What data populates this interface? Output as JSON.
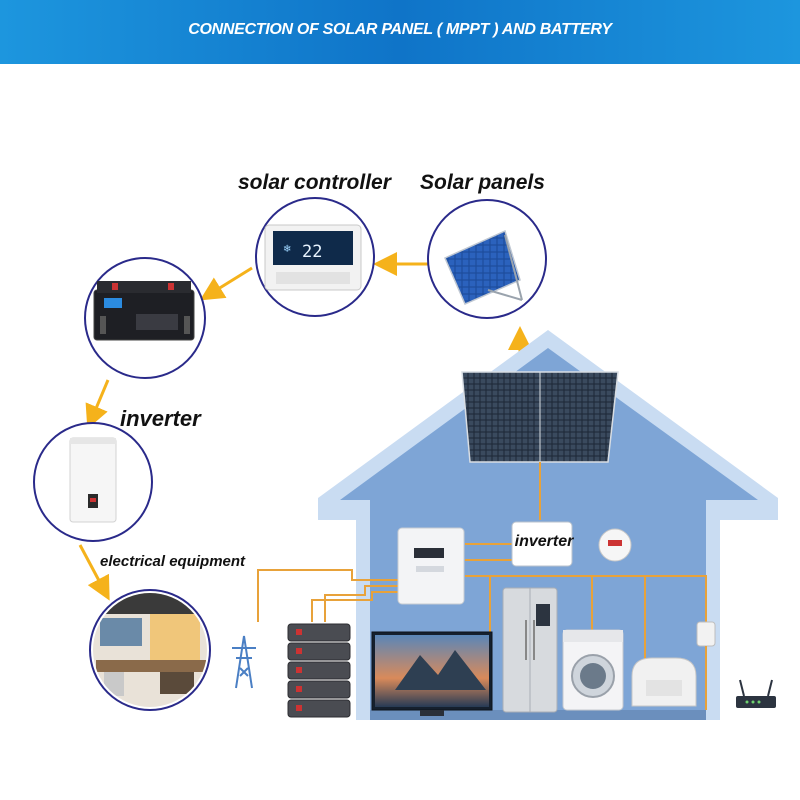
{
  "banner": {
    "title": "CONNECTION OF SOLAR PANEL ( MPPT ) AND BATTERY",
    "gradient_start": "#1a8fd9",
    "gradient_end": "#0e63b8"
  },
  "labels": {
    "solar_controller": "solar controller",
    "solar_panels": "Solar panels",
    "inverter": "inverter",
    "electrical_equipment": "electrical equipment",
    "house_inverter": "inverter"
  },
  "controller_display": "22",
  "colors": {
    "arrow": "#f5b21b",
    "wire": "#e8a23a",
    "circle_border": "#2a2a8a",
    "house_wall": "#7da3d4",
    "house_outline": "#9ab8de",
    "panel": "#1e4fa6"
  },
  "icons": [
    "solar-panel-icon",
    "controller-icon",
    "battery-icon",
    "inverter-icon",
    "room-icon",
    "pylon-icon",
    "tv-icon",
    "fridge-icon",
    "washer-icon",
    "armchair-icon",
    "router-icon"
  ]
}
